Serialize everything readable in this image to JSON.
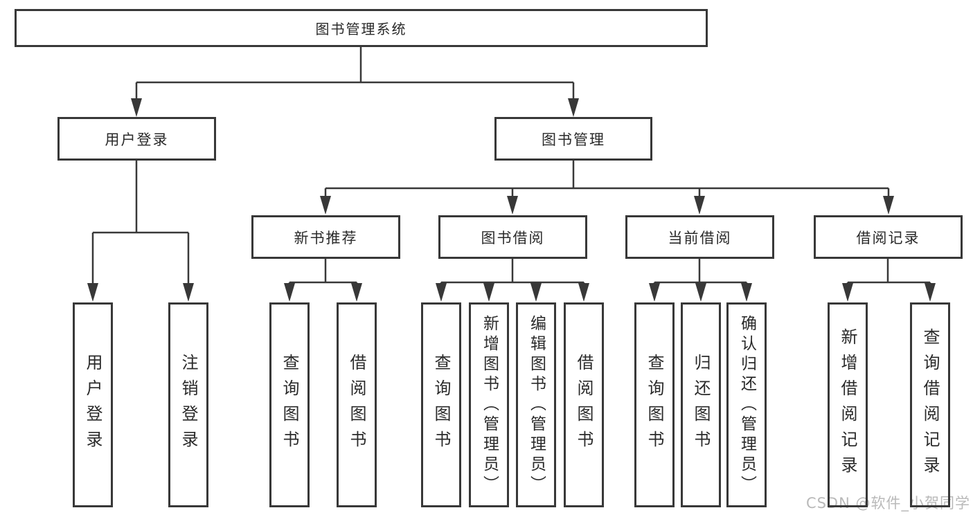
{
  "diagram": {
    "type": "hierarchy-tree",
    "tree": {
      "label": "图书管理系统",
      "children": [
        {
          "label": "用户登录",
          "children": [
            {
              "label": "用户登录"
            },
            {
              "label": "注销登录"
            }
          ]
        },
        {
          "label": "图书管理",
          "children": [
            {
              "label": "新书推荐",
              "children": [
                {
                  "label": "查询图书"
                },
                {
                  "label": "借阅图书"
                }
              ]
            },
            {
              "label": "图书借阅",
              "children": [
                {
                  "label": "查询图书"
                },
                {
                  "label": "新增图书（管理员）"
                },
                {
                  "label": "编辑图书（管理员）"
                },
                {
                  "label": "借阅图书"
                }
              ]
            },
            {
              "label": "当前借阅",
              "children": [
                {
                  "label": "查询图书"
                },
                {
                  "label": "归还图书"
                },
                {
                  "label": "确认归还（管理员）"
                }
              ]
            },
            {
              "label": "借阅记录",
              "children": [
                {
                  "label": "新增借阅记录"
                },
                {
                  "label": "查询借阅记录"
                }
              ]
            }
          ]
        }
      ]
    },
    "colors": {
      "line": "#383838",
      "text": "#2a2a2a",
      "watermark": "#b9b9b9",
      "background": "#ffffff"
    }
  },
  "watermark": {
    "text": "CSDN @软件_小贺同学"
  }
}
